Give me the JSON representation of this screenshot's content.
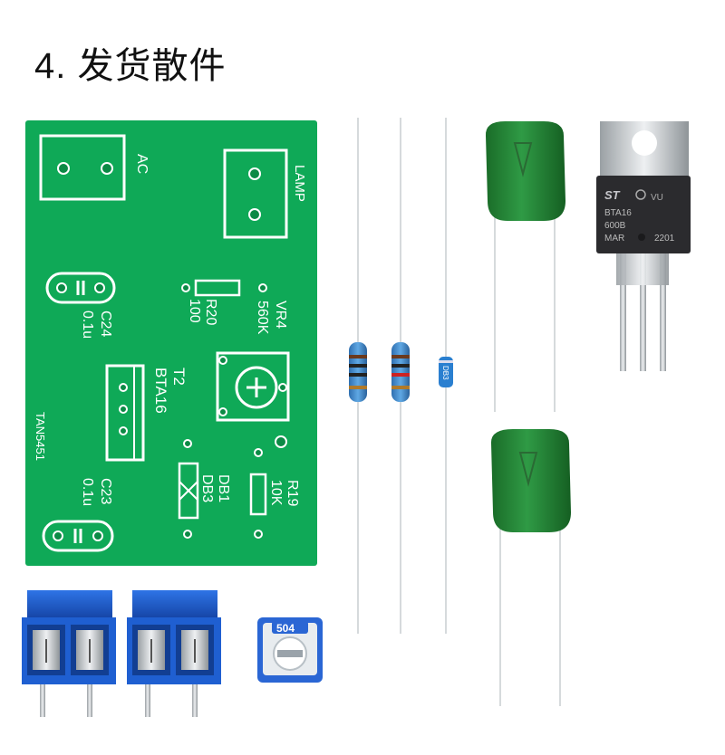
{
  "title": "4. 发货散件",
  "pcb": {
    "label_ac": "AC",
    "label_lamp": "LAMP",
    "label_c24": "C24",
    "label_c24_val": "0.1u",
    "label_r20": "R20",
    "label_r20_val": "100",
    "label_vr4": "VR4",
    "label_vr4_val": "560K",
    "label_t2": "T2",
    "label_t2_val": "BTA16",
    "label_tan": "TAN5451",
    "label_db1": "DB1",
    "label_db3": "DB3",
    "label_r19": "R19",
    "label_r19_val": "10K",
    "label_c23": "C23",
    "label_c23_val": "0.1u"
  },
  "triac": {
    "line1": "BTA16",
    "line2": "600B",
    "line3": "MAR",
    "line4": "2201",
    "logo_suffix": "VU"
  },
  "trimpot": {
    "code": "504"
  },
  "diode": {
    "code": "DB3"
  },
  "colors": {
    "pcb": "#0fa957",
    "silk": "#ffffff",
    "capacitor": "#1d7a2e",
    "terminal": "#1f5fd1"
  }
}
